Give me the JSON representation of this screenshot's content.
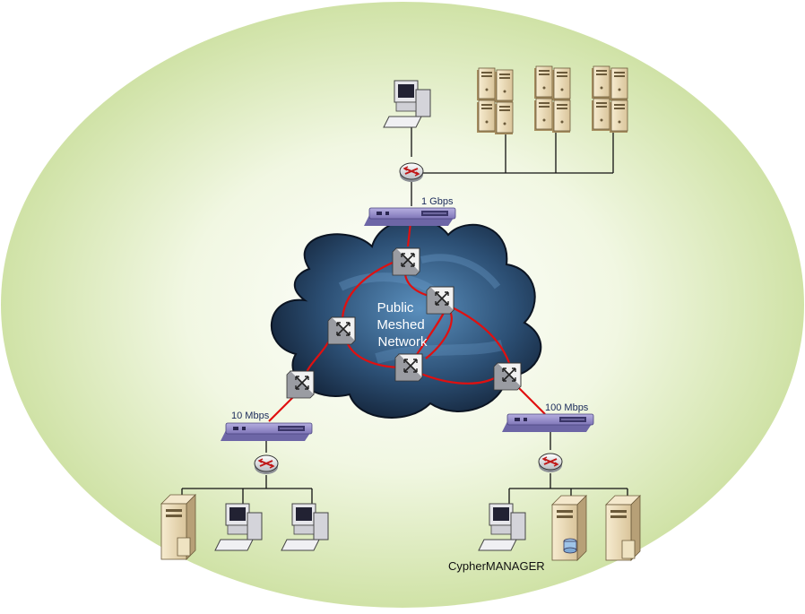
{
  "diagram": {
    "cloud_label_lines": [
      "Public",
      "Meshed",
      "Network"
    ],
    "links": {
      "top": "1 Gbps",
      "left": "10 Mbps",
      "right": "100 Mbps"
    },
    "caption": "CypherMANAGER"
  },
  "colors": {
    "background_center": "#ffffff",
    "background_edge": "#c6dc95",
    "mesh_link": "#e01010",
    "cloud_dark": "#101f33",
    "cloud_light": "#4f86b5",
    "encryptor": "#9d95cf"
  }
}
